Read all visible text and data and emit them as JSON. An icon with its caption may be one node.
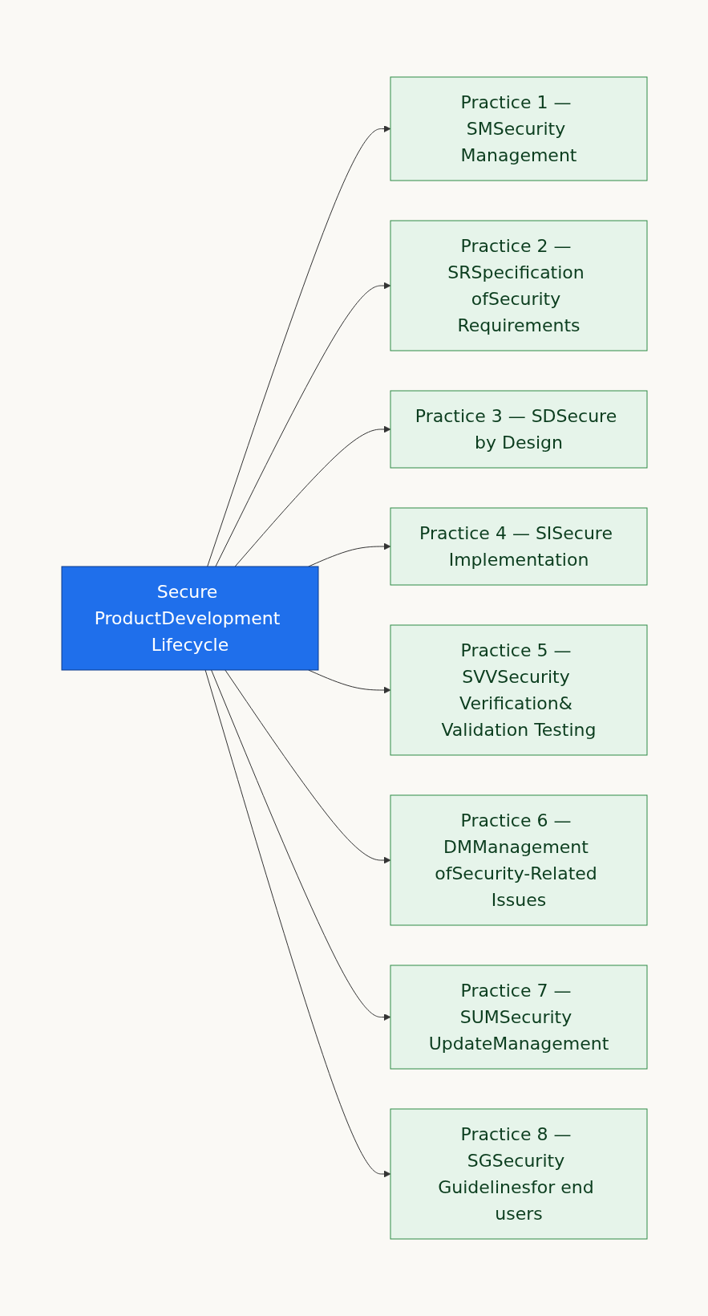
{
  "diagram": {
    "nodes": [
      {
        "text": [
          "Secure ProductDevelopment Lifecycle"
        ]
      },
      {
        "text": [
          "Practice 1 — SMSecurity Management"
        ]
      },
      {
        "text": [
          "Practice 2 — SRSpecification ofSecurity Requirements"
        ]
      },
      {
        "text": [
          "Practice 3 — SDSecure by Design"
        ]
      },
      {
        "text": [
          "Practice 4 — SISecure Implementation"
        ]
      },
      {
        "text": [
          "Practice 5 — SVVSecurity Verification& Validation Testing"
        ]
      },
      {
        "text": [
          "Practice 6 — DMManagement ofSecurity-Related Issues"
        ]
      },
      {
        "text": [
          "Practice 7 — SUMSecurity UpdateManagement"
        ]
      },
      {
        "text": [
          "Practice 8 — SGSecurity Guidelinesfor end users"
        ]
      }
    ],
    "edges": [
      {
        "from": 0,
        "to": 1,
        "arrow": "to"
      },
      {
        "from": 0,
        "to": 2,
        "arrow": "to"
      },
      {
        "from": 0,
        "to": 3,
        "arrow": "to"
      },
      {
        "from": 0,
        "to": 4,
        "arrow": "to"
      },
      {
        "from": 0,
        "to": 5,
        "arrow": "to"
      },
      {
        "from": 0,
        "to": 6,
        "arrow": "to"
      },
      {
        "from": 0,
        "to": 7,
        "arrow": "to"
      },
      {
        "from": 0,
        "to": 8,
        "arrow": "to"
      }
    ]
  }
}
